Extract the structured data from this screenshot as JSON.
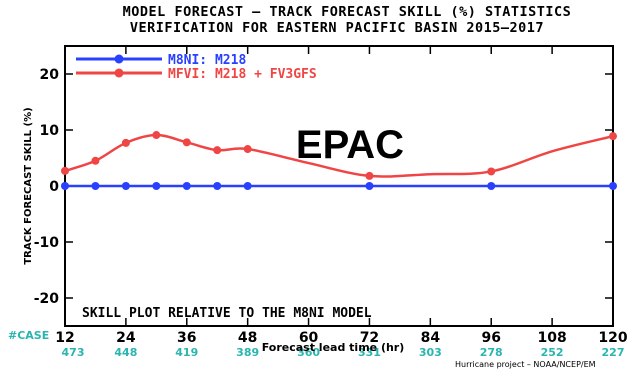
{
  "chart_data": {
    "type": "line",
    "title_lines": [
      "MODEL FORECAST – TRACK FORECAST SKILL (%) STATISTICS",
      "VERIFICATION FOR EASTERN PACIFIC BASIN 2015–2017"
    ],
    "ylabel": "TRACK FORECAST SKILL (%)",
    "xlabel": "Forecast lead time (hr)",
    "ylim": [
      -25,
      25
    ],
    "xlim": [
      12,
      120
    ],
    "yticks": [
      20,
      10,
      0,
      -10,
      -20
    ],
    "xticks": [
      12,
      24,
      36,
      48,
      60,
      72,
      84,
      96,
      108,
      120
    ],
    "case_label": "#CASE",
    "case_counts": [
      "473",
      "448",
      "419",
      "389",
      "360",
      "331",
      "303",
      "278",
      "252",
      "227"
    ],
    "series": [
      {
        "name": "M8NI:  M218",
        "color": "#2a40ff",
        "x": [
          12,
          18,
          24,
          30,
          36,
          42,
          48,
          72,
          96,
          120
        ],
        "y": [
          0,
          0,
          0,
          0,
          0,
          0,
          0,
          0,
          0,
          0
        ],
        "markers_at": [
          12,
          18,
          24,
          30,
          36,
          42,
          48,
          72,
          96,
          120
        ]
      },
      {
        "name": "MFVI:  M218 + FV3GFS",
        "color": "#f04545",
        "x": [
          12,
          18,
          24,
          30,
          36,
          42,
          48,
          60,
          72,
          84,
          96,
          108,
          120
        ],
        "y": [
          2.7,
          4.5,
          7.7,
          9.1,
          7.8,
          6.4,
          6.6,
          4.1,
          1.8,
          2.1,
          2.6,
          6.2,
          8.9
        ],
        "markers_at": [
          12,
          18,
          24,
          30,
          36,
          42,
          48,
          72,
          96,
          120
        ]
      }
    ],
    "annotation_big": "EPAC",
    "annotation_note": "SKILL PLOT RELATIVE TO THE M8NI MODEL",
    "credit": "Hurricane project – NOAA/NCEP/EM",
    "grid": false,
    "legend_position": "top-left"
  }
}
